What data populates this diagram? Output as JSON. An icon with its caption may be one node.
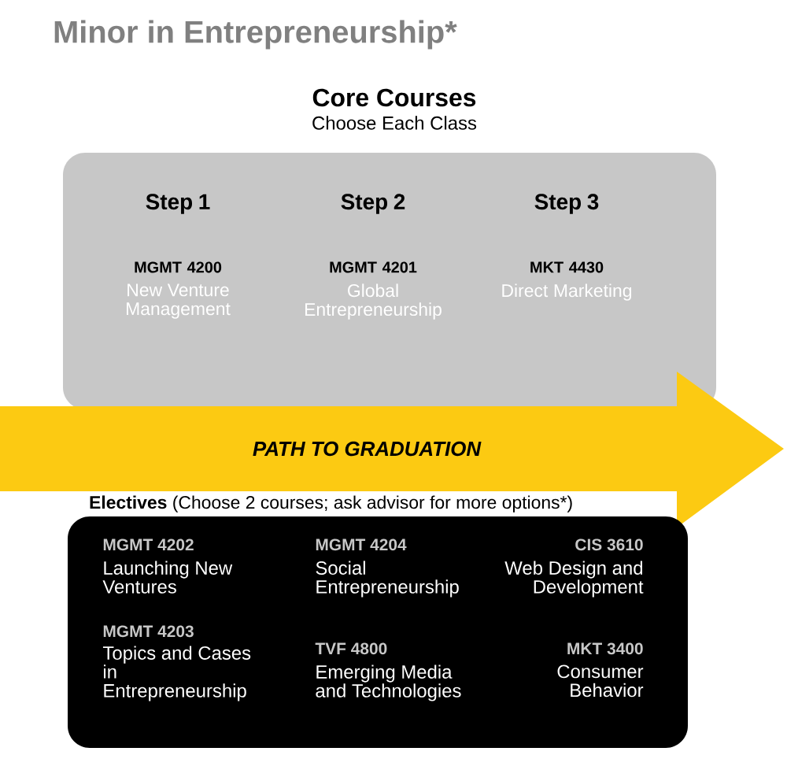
{
  "diagram": {
    "title": "Minor in Entrepreneurship*",
    "nodes": [
      {
        "text": [
          "Core Courses",
          "Choose Each Class"
        ]
      },
      {
        "text": [
          "PATH TO GRADUATION"
        ]
      },
      {
        "text": [
          "**Electives** (Choose 2 courses; ask advisor for more options*)"
        ]
      }
    ],
    "labels": [
      "Step 1",
      "MGMT 4200",
      "New Venture Management",
      "Step 2",
      "MGMT 4201",
      "Global Entrepreneurship",
      "Step 3",
      "MKT 4430",
      "Direct Marketing",
      "MGMT 4202",
      "Launching New Ventures",
      "MGMT 4204",
      "Social Entrepreneurship",
      "CIS 3610",
      "Web Design and Development",
      "MGMT 4203",
      "Topics and Cases in Entrepreneurship",
      "TVF 4800",
      "Emerging Media and Technologies",
      "MKT 3400",
      "Consumer Behavior"
    ]
  }
}
